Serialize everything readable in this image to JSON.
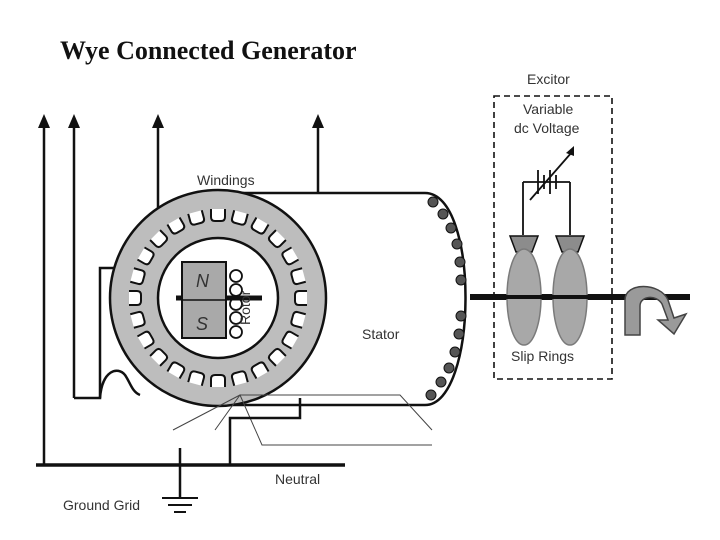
{
  "title": "Wye Connected Generator",
  "labels": {
    "excitor": "Excitor",
    "variable_line1": "Variable",
    "variable_line2": "dc Voltage",
    "windings": "Windings",
    "rotor": "Rotor",
    "stator": "Stator",
    "slip_rings": "Slip Rings",
    "neutral": "Neutral",
    "ground_grid": "Ground Grid",
    "pole_north": "N",
    "pole_south": "S"
  },
  "colors": {
    "line": "#111111",
    "ring_fill": "#bdbdbd",
    "magnet_fill": "#a9a9a9",
    "slip_ring_fill": "#a8a8a8",
    "brush_fill": "#8c8c8c",
    "arrow_fill": "#9a9a9a"
  }
}
